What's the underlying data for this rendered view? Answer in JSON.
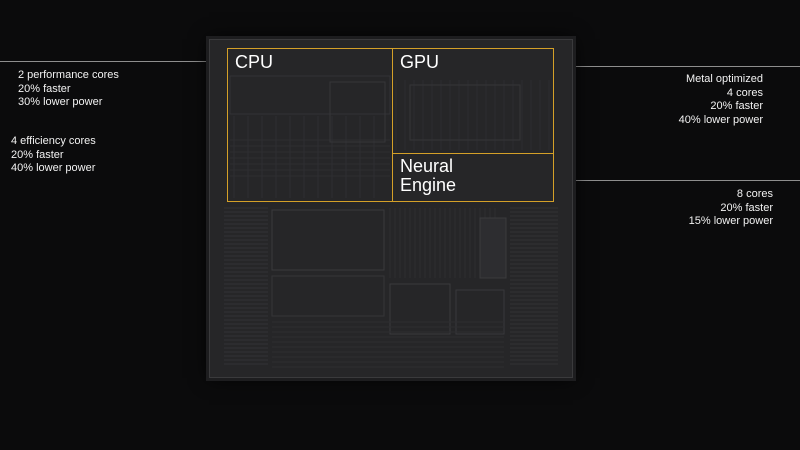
{
  "accent_color": "#d4a028",
  "background_color": "#0b0b0c",
  "die": {
    "blocks": [
      {
        "id": "cpu",
        "label": "CPU"
      },
      {
        "id": "gpu",
        "label": "GPU"
      },
      {
        "id": "neural",
        "label_line1": "Neural",
        "label_line2": "Engine"
      }
    ]
  },
  "callouts": {
    "cpu_performance": [
      "2 performance cores",
      "20% faster",
      "30% lower power"
    ],
    "cpu_efficiency": [
      "4 efficiency cores",
      "20% faster",
      "40% lower power"
    ],
    "gpu": [
      "Metal optimized",
      "4 cores",
      "20% faster",
      "40% lower power"
    ],
    "neural_engine": [
      "8 cores",
      "20% faster",
      "15% lower power"
    ]
  }
}
